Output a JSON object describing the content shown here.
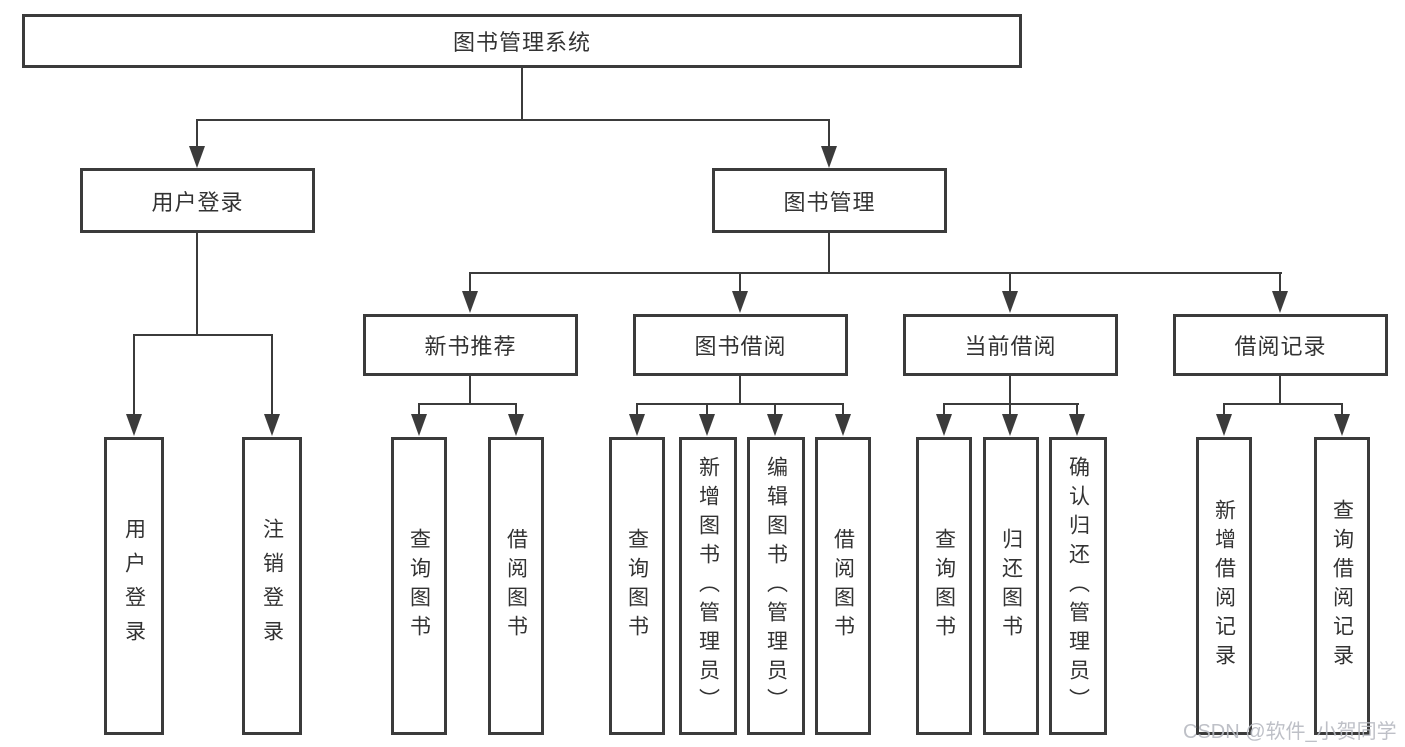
{
  "diagram": {
    "type": "tree",
    "root": {
      "label": "图书管理系统"
    },
    "level2": {
      "user_login": {
        "label": "用户登录"
      },
      "book_management": {
        "label": "图书管理"
      }
    },
    "level3": {
      "new_book": {
        "label": "新书推荐"
      },
      "borrow": {
        "label": "图书借阅"
      },
      "current": {
        "label": "当前借阅"
      },
      "records": {
        "label": "借阅记录"
      }
    },
    "leaves": {
      "user_login": [
        "用户登录",
        "注销登录"
      ],
      "new_book": [
        "查询图书",
        "借阅图书"
      ],
      "borrow": [
        "查询图书",
        "新增图书︵管理员︶",
        "编辑图书︵管理员︶",
        "借阅图书"
      ],
      "current": [
        "查询图书",
        "归还图书",
        "确认归还︵管理员︶"
      ],
      "records": [
        "新增借阅记录",
        "查询借阅记录"
      ]
    }
  },
  "watermark": "CSDN @软件_小贺同学",
  "colors": {
    "line": "#3b3b3b",
    "text": "#333333",
    "background": "#ffffff",
    "watermark": "#b7bac1"
  }
}
